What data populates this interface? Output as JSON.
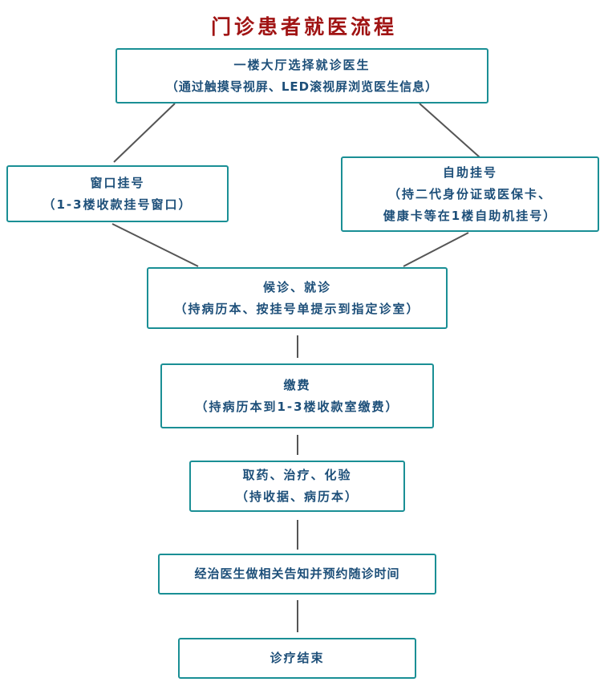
{
  "title": "门诊患者就医流程",
  "steps": {
    "select_doctor": {
      "line1": "一楼大厅选择就诊医生",
      "line2": "（通过触摸导视屏、LED滚视屏浏览医生信息）"
    },
    "window_register": {
      "line1": "窗口挂号",
      "line2": "（1-3楼收款挂号窗口）"
    },
    "self_register": {
      "line1": "自助挂号",
      "line2": "（持二代身份证或医保卡、",
      "line3": "健康卡等在1楼自助机挂号）"
    },
    "wait_consult": {
      "line1": "候诊、就诊",
      "line2": "（持病历本、按挂号单提示到指定诊室）"
    },
    "payment": {
      "line1": "缴费",
      "line2": "（持病历本到1-3楼收款室缴费）"
    },
    "medicine_treatment": {
      "line1": "取药、治疗、化验",
      "line2": "（持收据、病历本）"
    },
    "doctor_notice": {
      "line1": "经治医生做相关告知并预约随诊时间"
    },
    "end": {
      "line1": "诊疗结束"
    }
  },
  "colors": {
    "title": "#a01414",
    "box_border": "#1a8f95",
    "box_text": "#1d4f79",
    "connector": "#555555"
  }
}
